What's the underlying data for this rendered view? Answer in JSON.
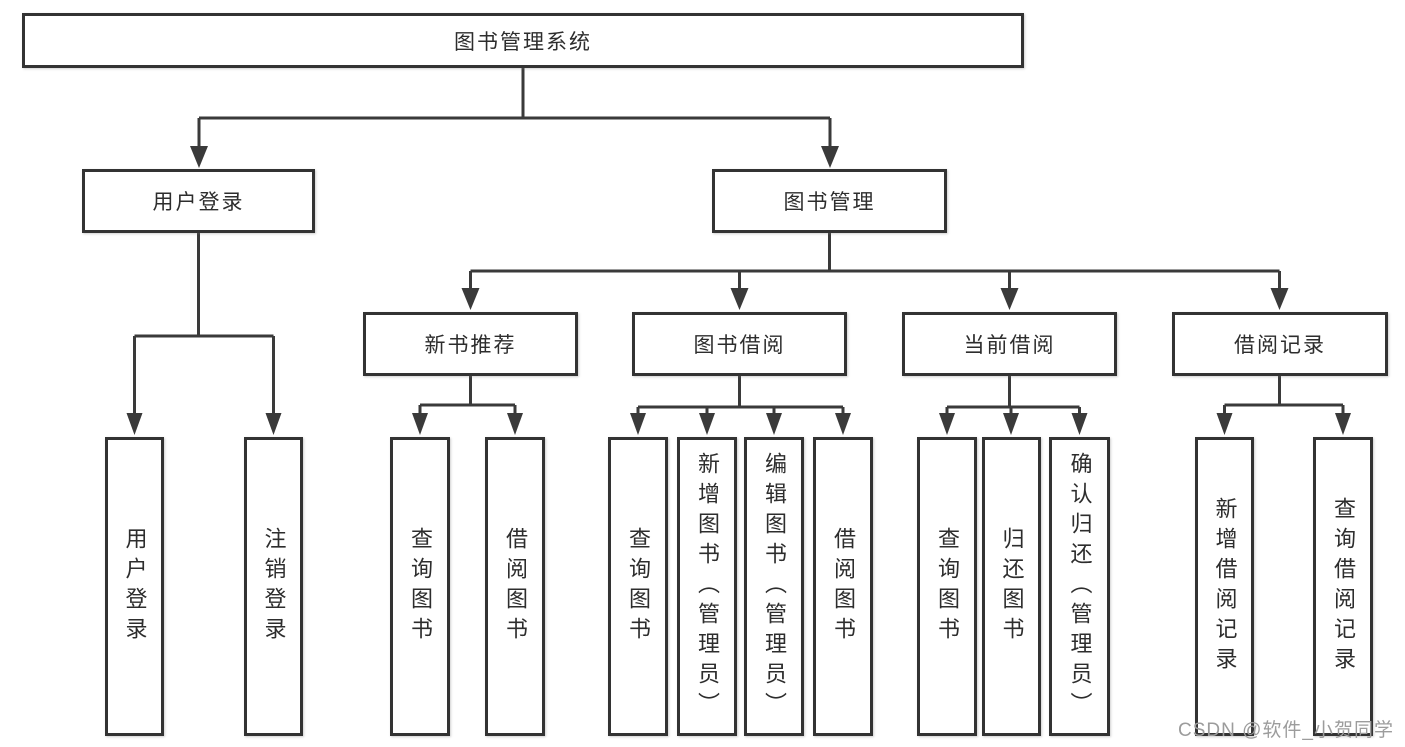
{
  "colors": {
    "line": "#3a3a3a",
    "border": "#333333",
    "text": "#2d2d2d",
    "canvas_bg": "#ffffff",
    "watermark": "#9c9c9c"
  },
  "tree": {
    "root": "图书管理系统",
    "branches": [
      {
        "label": "用户登录",
        "children": [
          {
            "label": "用户登录"
          },
          {
            "label": "注销登录"
          }
        ]
      },
      {
        "label": "图书管理",
        "children": [
          {
            "label": "新书推荐",
            "children": [
              {
                "label": "查询图书"
              },
              {
                "label": "借阅图书"
              }
            ]
          },
          {
            "label": "图书借阅",
            "children": [
              {
                "label": "查询图书"
              },
              {
                "label": "新增图书（管理员）"
              },
              {
                "label": "编辑图书（管理员）"
              },
              {
                "label": "借阅图书"
              }
            ]
          },
          {
            "label": "当前借阅",
            "children": [
              {
                "label": "查询图书"
              },
              {
                "label": "归还图书"
              },
              {
                "label": "确认归还（管理员）"
              }
            ]
          },
          {
            "label": "借阅记录",
            "children": [
              {
                "label": "新增借阅记录"
              },
              {
                "label": "查询借阅记录"
              }
            ]
          }
        ]
      }
    ]
  },
  "watermark": "CSDN @软件_小贺同学"
}
